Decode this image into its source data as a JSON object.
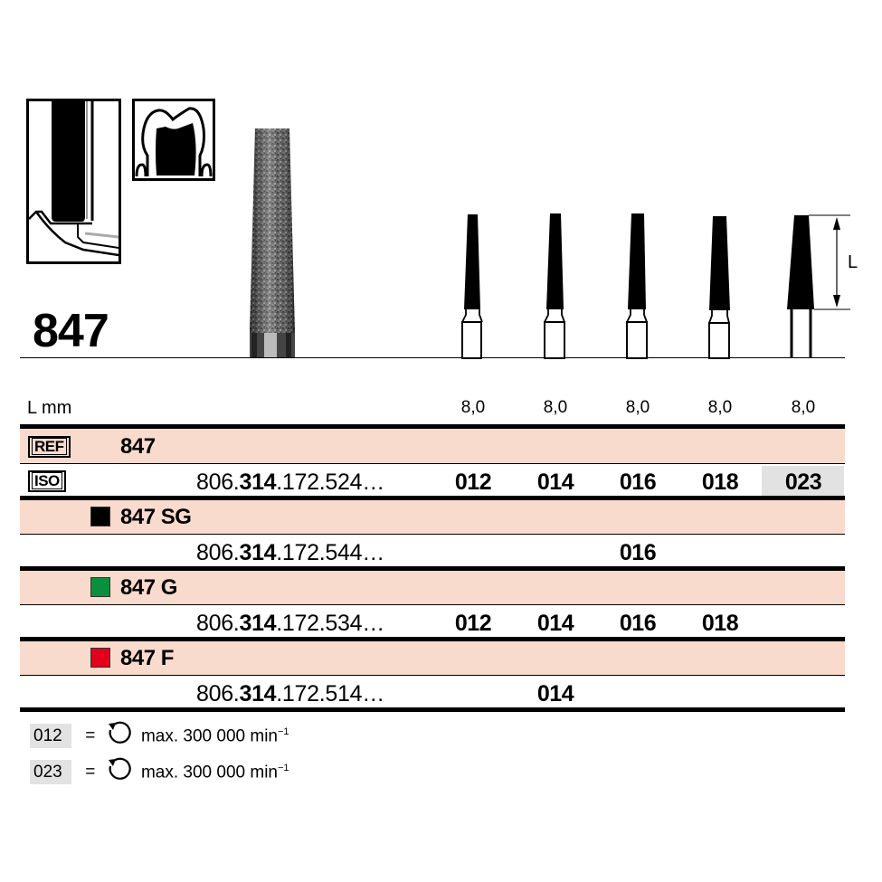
{
  "product": {
    "title": "847",
    "length_label": "L mm",
    "dimension_label": "L"
  },
  "illustrations": {
    "application_icon_1": "bur-in-tooth-preparation-icon",
    "application_icon_2": "crown-preparation-icon",
    "diamond_bur_photo": "diamond-bur-image",
    "bur_sizes": [
      "012",
      "014",
      "016",
      "018",
      "023"
    ]
  },
  "columns": {
    "centers_note": "sizes",
    "lengths": [
      "8,0",
      "8,0",
      "8,0",
      "8,0",
      "8,0"
    ]
  },
  "table": {
    "ref_tag": "REF",
    "iso_tag": "ISO",
    "ref_number": "847",
    "iso_row": {
      "prefix": "806.",
      "bold": "314",
      "suffix": ".172.524…",
      "sizes": [
        "012",
        "014",
        "016",
        "018",
        "023"
      ]
    },
    "groups": [
      {
        "name": "847 SG",
        "color": "#000000",
        "catalog": {
          "prefix": "806.",
          "bold": "314",
          "suffix": ".172.544…"
        },
        "sizes": [
          "",
          "",
          "016",
          "",
          ""
        ]
      },
      {
        "name": "847 G",
        "color": "#0a8f3c",
        "catalog": {
          "prefix": "806.",
          "bold": "314",
          "suffix": ".172.534…"
        },
        "sizes": [
          "012",
          "014",
          "016",
          "018",
          ""
        ]
      },
      {
        "name": "847 F",
        "color": "#e2001a",
        "catalog": {
          "prefix": "806.",
          "bold": "314",
          "suffix": ".172.514…"
        },
        "sizes": [
          "",
          "014",
          "",
          "",
          ""
        ]
      }
    ]
  },
  "legend": [
    {
      "code": "012",
      "equals": "=",
      "icon": "rotation-icon",
      "text": "max. 300 000 min",
      "sup": "−1"
    },
    {
      "code": "023",
      "equals": "=",
      "icon": "rotation-icon",
      "text": "max. 300 000 min",
      "sup": "−1"
    }
  ],
  "colors": {
    "row_highlight": "#f9dbcd",
    "gray_cell": "#e2e2e2"
  }
}
